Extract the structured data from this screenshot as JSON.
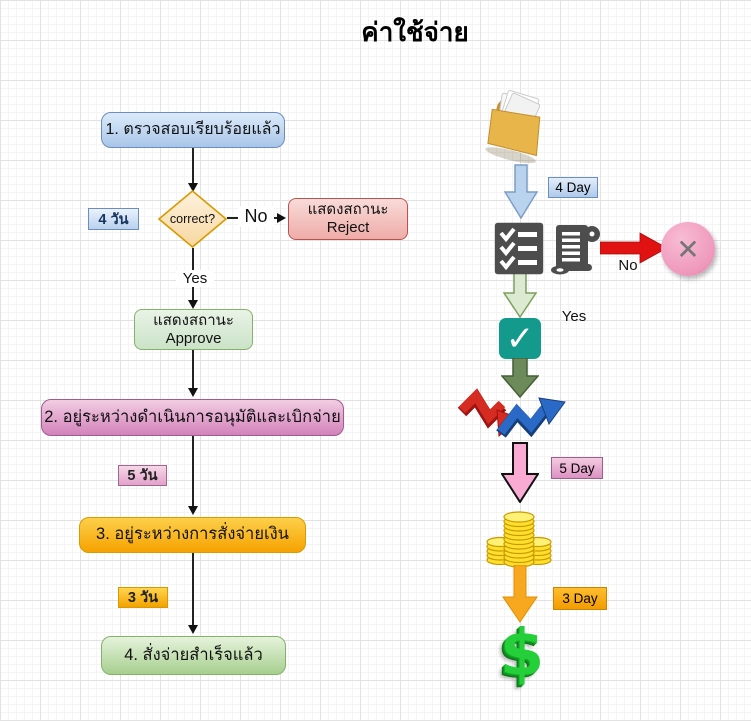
{
  "title": "ค่าใช้จ่าย",
  "flow": {
    "step1": "1.  ตรวจสอบเรียบร้อยแล้ว",
    "duration1": "4 วัน",
    "decision": "correct?",
    "no": "No",
    "yes": "Yes",
    "reject_line1": "แสดงสถานะ",
    "reject_line2": "Reject",
    "approve_line1": "แสดงสถานะ",
    "approve_line2": "Approve",
    "step2": "2.  อยู่ระหว่างดำเนินการอนุมัติและเบิกจ่าย",
    "duration2": "5 วัน",
    "step3": "3.  อยู่ระหว่างการสั่งจ่ายเงิน",
    "duration3": "3 วัน",
    "step4": "4.  สั่งจ่ายสำเร็จแล้ว"
  },
  "timeline": {
    "duration1": "4 Day",
    "no": "No",
    "yes": "Yes",
    "duration2": "5 Day",
    "duration3": "3 Day",
    "x_glyph": "✕",
    "check_glyph": "✓",
    "dollar_glyph": "$",
    "icons": [
      "folder-documents-icon",
      "checklist-icon",
      "scroll-icon",
      "reject-x-icon",
      "approve-check-icon",
      "trend-arrows-icon",
      "coins-stack-icon",
      "dollar-icon"
    ]
  },
  "colors": {
    "step1_fill": "#dae8fc",
    "step1_border": "#6c8ebf",
    "decision_fill": "#fae7c8",
    "decision_border": "#d79b00",
    "reject_fill": "#f8cecc",
    "reject_border": "#b85450",
    "approve_fill": "#d5e8d4",
    "approve_border": "#82b366",
    "step2_fill": "#e0a0cd",
    "step2_border": "#9d5d92",
    "step3_fill": "#f9b200",
    "step3_border": "#d79b00",
    "step4_fill": "#b5d69e",
    "step4_border": "#82b366",
    "check_teal": "#149a8d",
    "x_circle_pink": "#f2a0c0",
    "coin_gold": "#ffdf2e",
    "dollar_green": "#25cf39"
  }
}
